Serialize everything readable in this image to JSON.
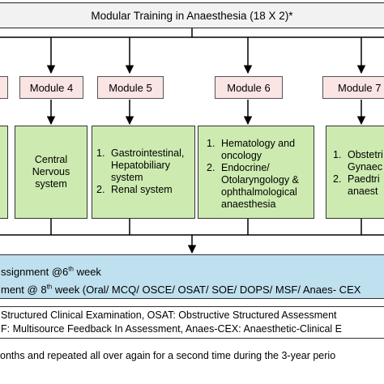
{
  "title": "Modular Training in Anaesthesia (18 X 2)*",
  "modules": [
    {
      "label": "Module 4"
    },
    {
      "label": "Module 5"
    },
    {
      "label": "Module 6"
    },
    {
      "label": "Module 7"
    }
  ],
  "module4_content": [
    "Central",
    "Nervous",
    "system"
  ],
  "module5_items": [
    {
      "num": "1.",
      "lines": [
        "Gastrointestinal,",
        "Hepatobiliary",
        "system"
      ]
    },
    {
      "num": "2.",
      "lines": [
        "Renal system"
      ]
    }
  ],
  "module6_items": [
    {
      "num": "1.",
      "lines": [
        "Hematology and",
        "oncology"
      ]
    },
    {
      "num": "2.",
      "lines": [
        "Endocrine/",
        "Otolaryngology &",
        "ophthalmological",
        "anaesthesia"
      ]
    }
  ],
  "module7_items": [
    {
      "num": "1.",
      "lines": [
        "Obstetri",
        "Gynaec"
      ]
    },
    {
      "num": "2.",
      "lines": [
        "Paedtri",
        "anaest"
      ]
    }
  ],
  "assessment": {
    "line1": "ssignment @6th week",
    "line2": "ment @ 8th week (Oral/ MCQ/ OSCE/ OSAT/ SOE/ DOPS/ MSF/ Anaes- CEX"
  },
  "abbreviations": {
    "line1": "Structured Clinical Examination, OSAT: Obstructive Structured Assessment",
    "line2": "F: Multisource Feedback In Assessment, Anaes-CEX: Anaesthetic-Clinical E"
  },
  "footnote": "onths and repeated all over again for a second time during the 3-year perio"
}
